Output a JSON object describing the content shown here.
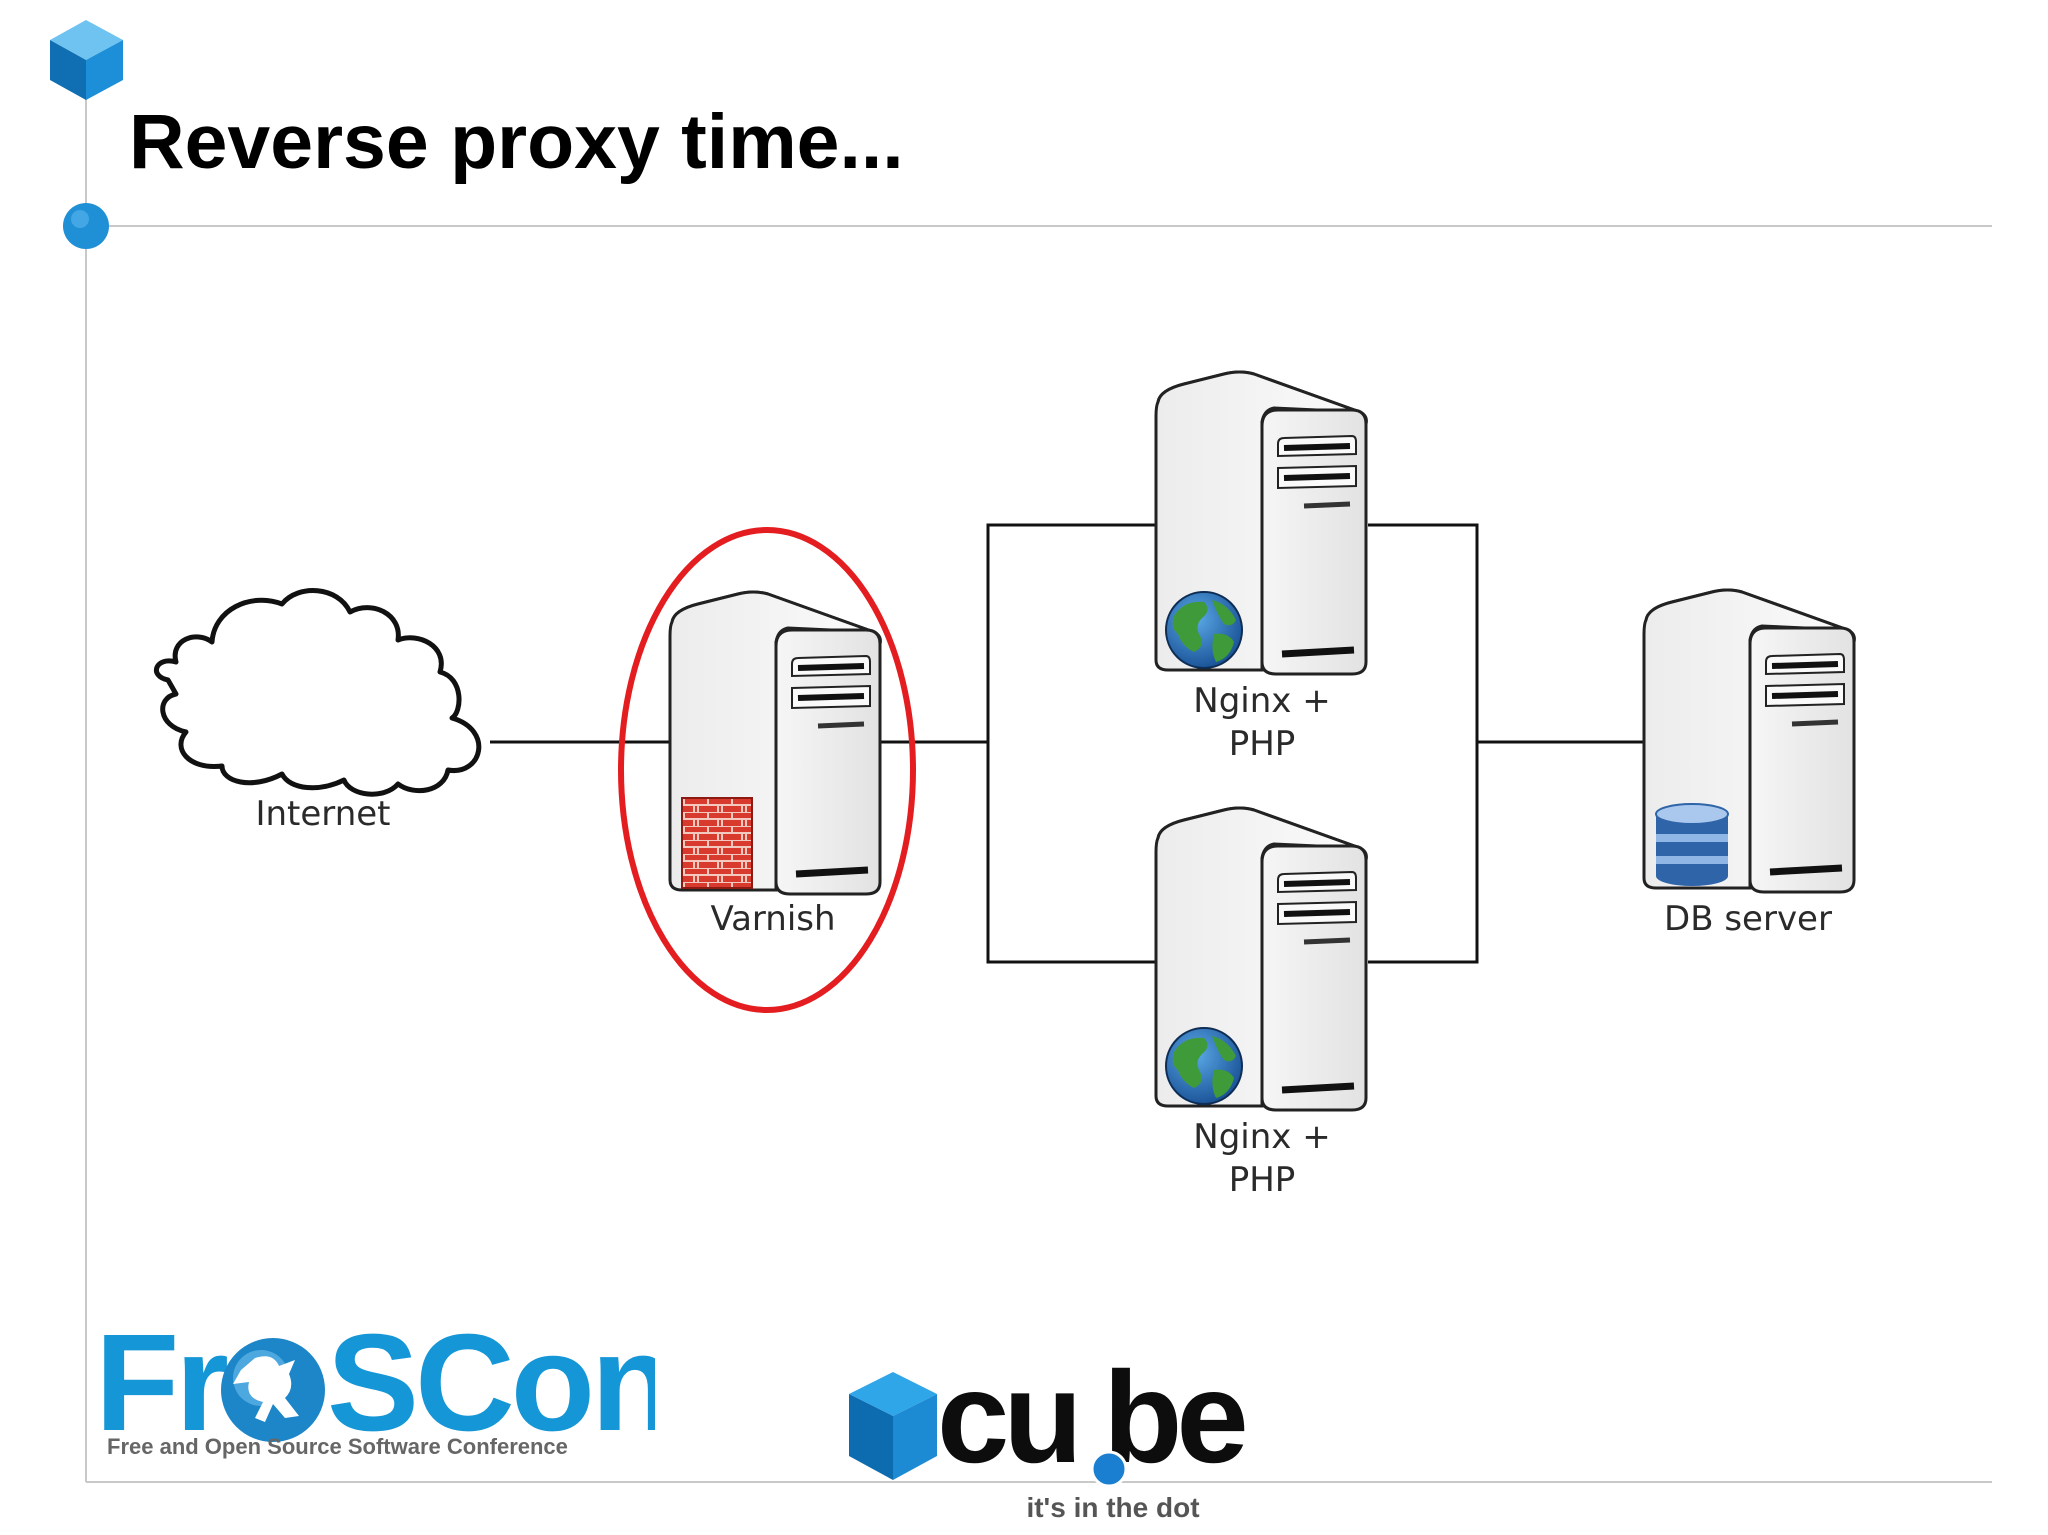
{
  "slide": {
    "title": "Reverse proxy time..."
  },
  "diagram": {
    "nodes": {
      "internet": "Internet",
      "varnish": "Varnish",
      "web1_line1": "Nginx +",
      "web1_line2": "PHP",
      "web2_line1": "Nginx +",
      "web2_line2": "PHP",
      "db": "DB server"
    },
    "highlight_color": "#e41e20"
  },
  "logos": {
    "froscon": {
      "wordmark_left": "Fr",
      "wordmark_right": "SCon",
      "tagline": "Free and Open Source Software Conference",
      "color": "#1596d6"
    },
    "cube": {
      "wordmark_left": "cu",
      "wordmark_right": "be",
      "tagline": "it's in the dot",
      "color": "#0a7fc4"
    }
  },
  "colors": {
    "accent": "#1f8fd6",
    "rule": "#c8c8c8"
  }
}
